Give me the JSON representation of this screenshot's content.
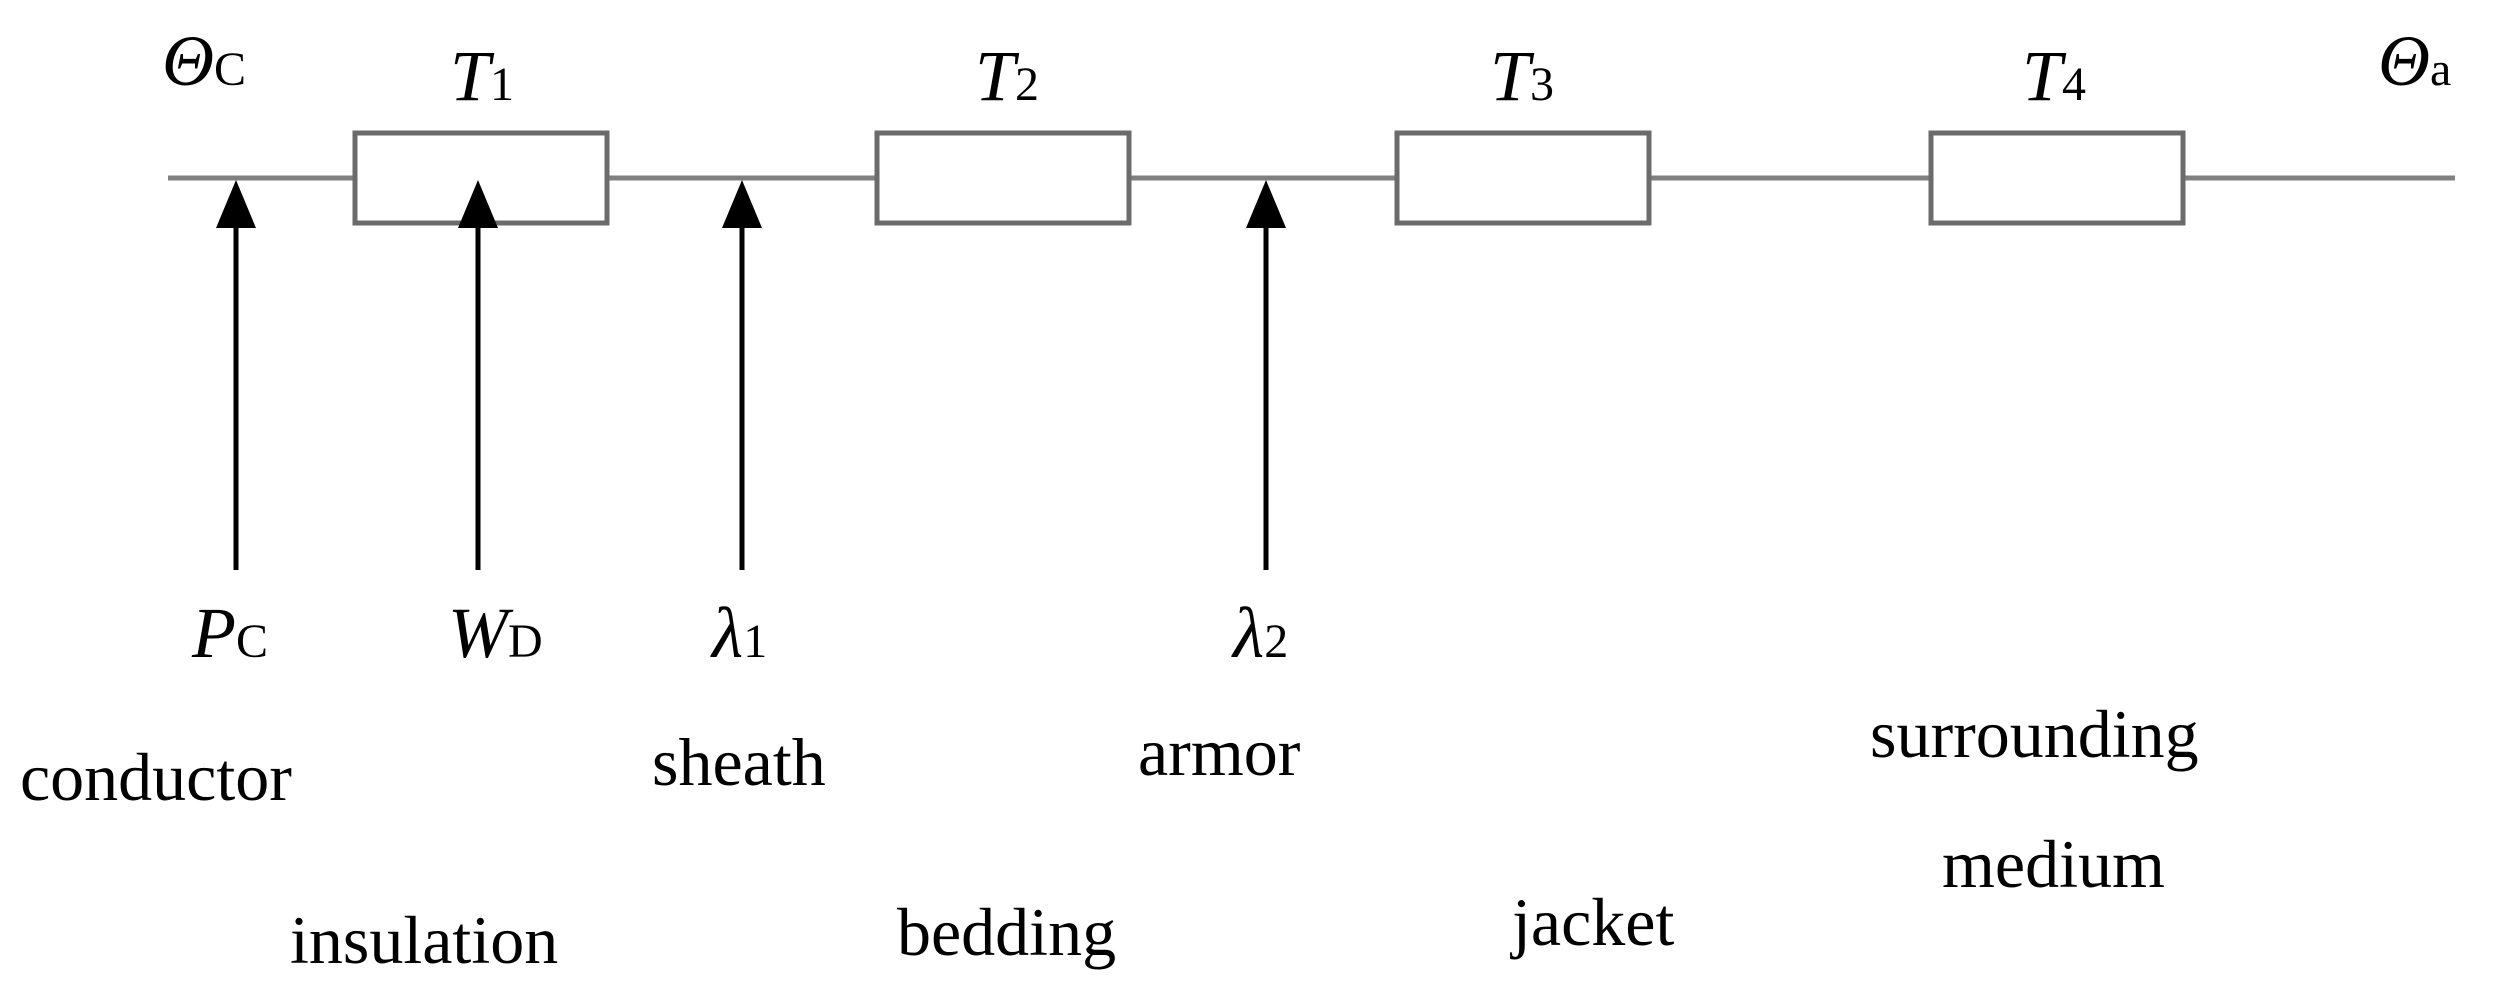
{
  "temperatures": {
    "start": {
      "symbol": "Θ",
      "sub": "C"
    },
    "end": {
      "symbol": "Θ",
      "sub": "a"
    }
  },
  "resistances": [
    {
      "symbol": "T",
      "sub": "1"
    },
    {
      "symbol": "T",
      "sub": "2"
    },
    {
      "symbol": "T",
      "sub": "3"
    },
    {
      "symbol": "T",
      "sub": "4"
    }
  ],
  "sources": [
    {
      "symbol": "P",
      "sub": "C"
    },
    {
      "symbol": "W",
      "sub": "D"
    },
    {
      "symbol": "λ",
      "sub": "1"
    },
    {
      "symbol": "λ",
      "sub": "2"
    }
  ],
  "layers": {
    "conductor": "conductor",
    "insulation": "insulation",
    "sheath": "sheath",
    "bedding": "bedding",
    "armor": "armor",
    "jacket": "jacket",
    "surrounding_line1": "surrounding",
    "surrounding_line2": "medium"
  }
}
